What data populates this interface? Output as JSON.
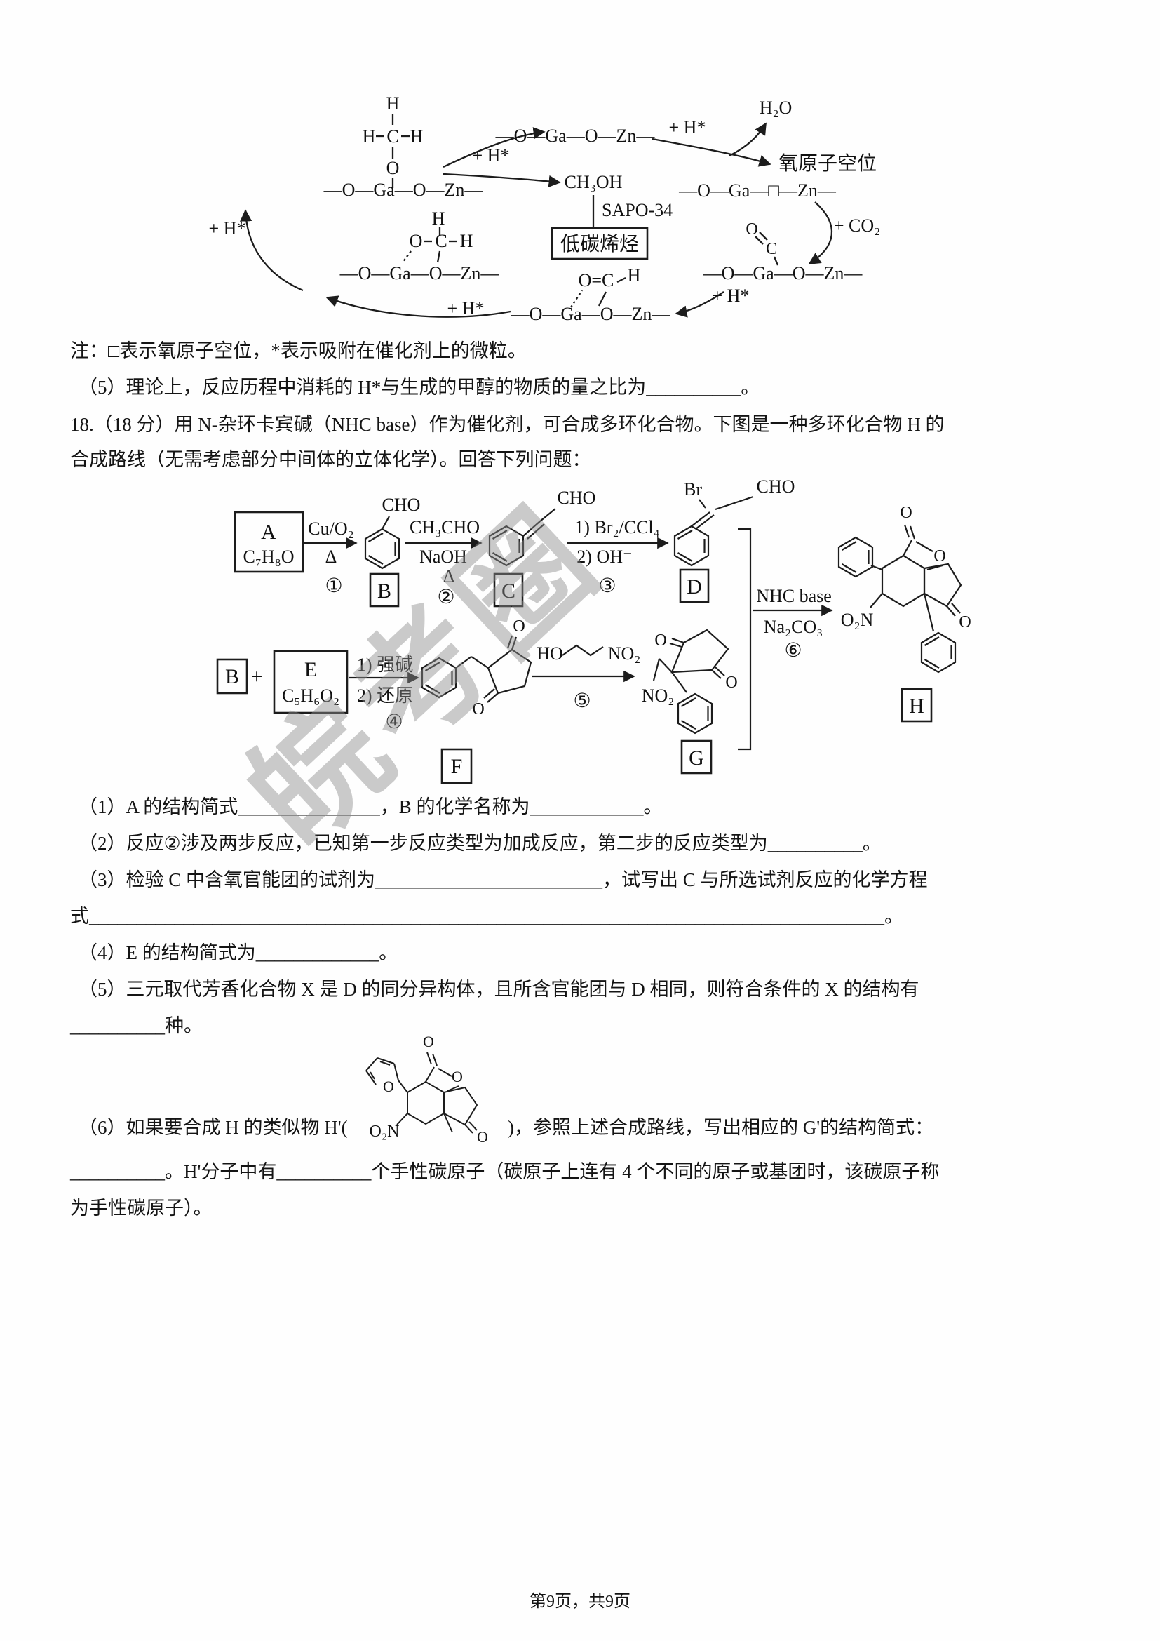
{
  "page": {
    "watermark": "皖考圈",
    "footer": "第9页，共9页"
  },
  "mechanism": {
    "species_tl": {
      "h_top": "H",
      "h_left": "H",
      "c": "C",
      "h_right": "H",
      "o": "O",
      "chain": "—O—Ga—O—Zn—"
    },
    "hstar_1": "+ H*",
    "chain_top": "—O—Ga—O—Zn—",
    "methanol": "CH₃OH",
    "sapo": "SAPO-34",
    "olefins": "低碳烯烃",
    "hstar_2": "+ H*",
    "water": "H₂O",
    "vacancy_label": "氧原子空位",
    "chain_vacancy": "—O—Ga—□—Zn—",
    "plus_co2": "+ CO₂",
    "species_br": {
      "o": "O",
      "c": "C",
      "chain": "—O—Ga—O—Zn—"
    },
    "hstar_3": "+ H*",
    "species_bm": {
      "oc": "O=C",
      "h": "H",
      "chain": "—O—Ga—O—Zn—"
    },
    "hstar_4": "+ H*",
    "species_bl": {
      "h_top": "H",
      "o": "O",
      "c": "C",
      "h_right": "H",
      "chain": "—O—Ga—O—Zn—"
    },
    "hstar_5": "+ H*"
  },
  "note": "注：□表示氧原子空位，*表示吸附在催化剂上的微粒。",
  "q17_5": "（5）理论上，反应历程中消耗的 H*与生成的甲醇的物质的量之比为__________。",
  "q18": {
    "intro1": "18.（18 分）用 N-杂环卡宾碱（NHC base）作为催化剂，可合成多环化合物。下图是一种多环化合物 H 的",
    "intro2": "合成路线（无需考虑部分中间体的立体化学）。回答下列问题："
  },
  "scheme": {
    "box_a_label": "A",
    "box_a_formula": "C₇H₈O",
    "step1_reagent": "Cu/O₂",
    "step1_delta": "Δ",
    "step1_num": "①",
    "b_cho": "CHO",
    "box_b": "B",
    "step2_reagent": "CH₃CHO",
    "step2_base": "NaOH",
    "step2_delta": "Δ",
    "step2_num": "②",
    "c_cho": "CHO",
    "box_c": "C",
    "step3_line1": "1) Br₂/CCl₄",
    "step3_line2": "2) OH⁻",
    "step3_num": "③",
    "d_br": "Br",
    "d_cho": "CHO",
    "box_d": "D",
    "step6_line1": "NHC base",
    "step6_line2": "Na₂CO₃",
    "step6_num": "⑥",
    "h_o_top": "O",
    "h_o_ring": "O",
    "h_no2": "O₂N",
    "h_o_ketone": "O",
    "box_h": "H",
    "box_b2": "B",
    "plus": "+",
    "box_e_label": "E",
    "box_e_formula": "C₅H₆O₂",
    "step4_line1": "1) 强碱",
    "step4_line2": "2) 还原",
    "step4_num": "④",
    "f_o_top": "O",
    "f_o_bottom": "O",
    "box_f": "F",
    "step5_ho": "HO",
    "step5_no2": "NO₂",
    "step5_num": "⑤",
    "g_o_left": "O",
    "g_o_right": "O",
    "g_no2": "NO₂",
    "box_g": "G"
  },
  "questions": {
    "q1": "（1）A 的结构简式_______________，B 的化学名称为____________。",
    "q2": "（2）反应②涉及两步反应，已知第一步反应类型为加成反应，第二步的反应类型为__________。",
    "q3a": "（3）检验 C 中含氧官能团的试剂为________________________，试写出 C 与所选试剂反应的化学方程",
    "q3b": "式____________________________________________________________________________________。",
    "q4": "（4）E 的结构简式为_____________。",
    "q5a": "（5）三元取代芳香化合物 X 是 D 的同分异构体，且所含官能团与 D 相同，则符合条件的 X 的结构有",
    "q5b": "__________种。",
    "q6_pre": "（6）如果要合成 H 的类似物 H'(",
    "q6_post": ")，参照上述合成路线，写出相应的 G'的结构简式：",
    "q6_line2": "__________。H'分子中有__________个手性碳原子（碳原子上连有 4 个不同的原子或基团时，该碳原子称",
    "q6_line3": "为手性碳原子）。",
    "hp_no2": "O₂N",
    "hp_o_top": "O",
    "hp_o_ring": "O",
    "hp_o_ketone": "O",
    "hp_o_furan": "O"
  }
}
